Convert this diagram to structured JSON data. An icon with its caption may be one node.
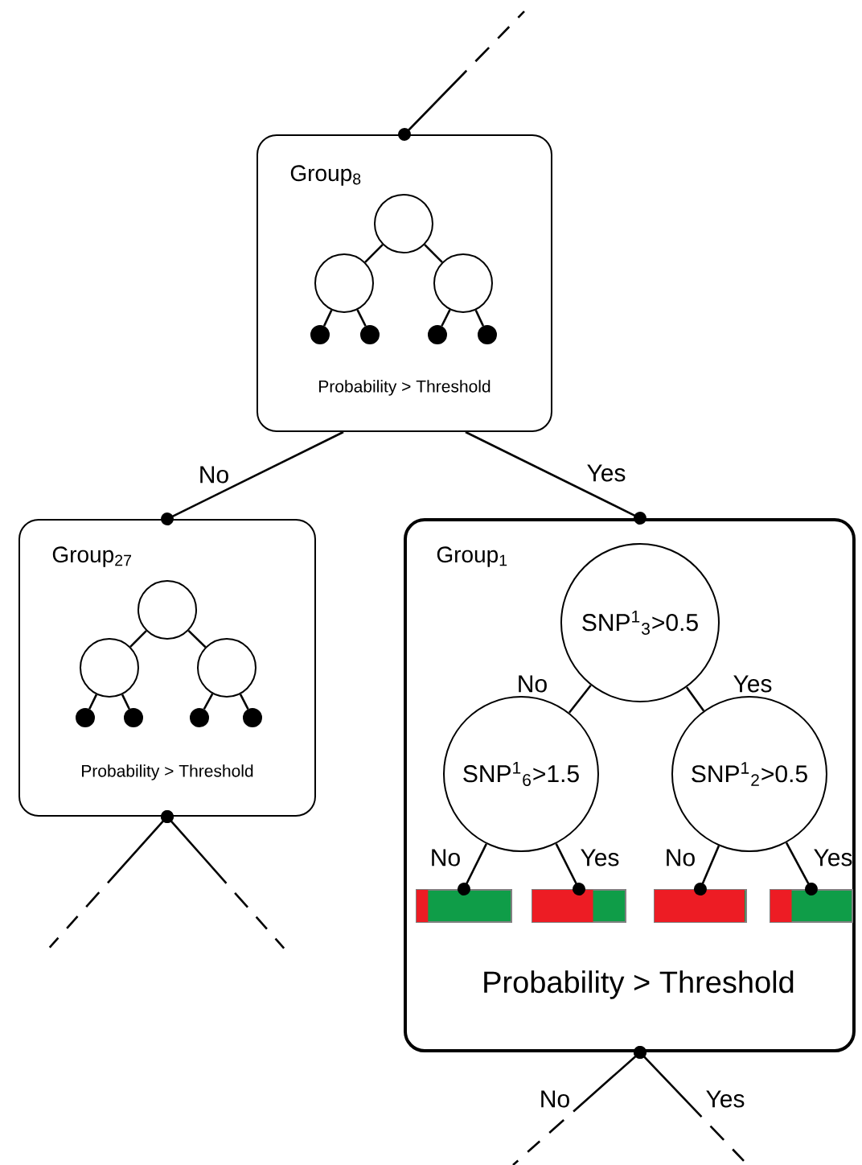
{
  "diagram": {
    "nodes": [
      {
        "text": [
          "Group$_{8}$",
          "Probability > Threshold"
        ]
      },
      {
        "text": [],
        "shape": "circle",
        "in": 0
      },
      {
        "text": [],
        "shape": "circle",
        "in": 0
      },
      {
        "text": [],
        "shape": "circle",
        "in": 0
      },
      {
        "text": [],
        "shape": "circle",
        "in": 0
      },
      {
        "text": [],
        "shape": "circle",
        "in": 0
      },
      {
        "text": [],
        "shape": "circle",
        "in": 0
      },
      {
        "text": [],
        "shape": "circle",
        "in": 0
      },
      {
        "text": [
          "Group$_{27}$",
          "Probability > Threshold"
        ]
      },
      {
        "text": [],
        "shape": "circle",
        "in": 8
      },
      {
        "text": [],
        "shape": "circle",
        "in": 8
      },
      {
        "text": [],
        "shape": "circle",
        "in": 8
      },
      {
        "text": [],
        "shape": "circle",
        "in": 8
      },
      {
        "text": [],
        "shape": "circle",
        "in": 8
      },
      {
        "text": [],
        "shape": "circle",
        "in": 8
      },
      {
        "text": [],
        "shape": "circle",
        "in": 8
      },
      {
        "text": [
          "Group$_{1}$",
          "Probability > Threshold"
        ]
      },
      {
        "text": [
          "SNP$^{1}$$_{3}$>0.5"
        ],
        "in": 16
      },
      {
        "text": [
          "SNP$^{1}$$_{6}$>1.5"
        ],
        "in": 16
      },
      {
        "text": [
          "SNP$^{1}$$_{2}$>0.5"
        ],
        "in": 16
      },
      {
        "text": [],
        "shape": "bar",
        "in": 16
      },
      {
        "text": [],
        "shape": "bar",
        "in": 16
      },
      {
        "text": [],
        "shape": "bar",
        "in": 16
      },
      {
        "text": [],
        "shape": "bar",
        "in": 16
      }
    ],
    "edges": [
      {
        "from": null,
        "to": 0,
        "arrow": "other",
        "style": "dashed"
      },
      {
        "from": 0,
        "to": 8,
        "arrow": "other",
        "label": "No"
      },
      {
        "from": 0,
        "to": 16,
        "arrow": "other",
        "label": "Yes"
      },
      {
        "from": 1,
        "to": 2,
        "arrow": "none"
      },
      {
        "from": 1,
        "to": 3,
        "arrow": "none"
      },
      {
        "from": 2,
        "to": 4,
        "arrow": "none"
      },
      {
        "from": 2,
        "to": 5,
        "arrow": "none"
      },
      {
        "from": 3,
        "to": 6,
        "arrow": "none"
      },
      {
        "from": 3,
        "to": 7,
        "arrow": "none"
      },
      {
        "from": 9,
        "to": 10,
        "arrow": "none"
      },
      {
        "from": 9,
        "to": 11,
        "arrow": "none"
      },
      {
        "from": 10,
        "to": 12,
        "arrow": "none"
      },
      {
        "from": 10,
        "to": 13,
        "arrow": "none"
      },
      {
        "from": 11,
        "to": 14,
        "arrow": "none"
      },
      {
        "from": 11,
        "to": 15,
        "arrow": "none"
      },
      {
        "from": 8,
        "to": null,
        "arrow": "other",
        "style": "dashed"
      },
      {
        "from": 8,
        "to": null,
        "arrow": "other",
        "style": "dashed"
      },
      {
        "from": 17,
        "to": 18,
        "arrow": "none",
        "label": "No"
      },
      {
        "from": 17,
        "to": 19,
        "arrow": "none",
        "label": "Yes"
      },
      {
        "from": 18,
        "to": 20,
        "arrow": "other",
        "label": "No"
      },
      {
        "from": 18,
        "to": 21,
        "arrow": "other",
        "label": "Yes"
      },
      {
        "from": 19,
        "to": 22,
        "arrow": "other",
        "label": "No"
      },
      {
        "from": 19,
        "to": 23,
        "arrow": "other",
        "label": "Yes"
      },
      {
        "from": 16,
        "to": null,
        "arrow": "other",
        "style": "dashed",
        "label": "No"
      },
      {
        "from": 16,
        "to": null,
        "arrow": "other",
        "style": "dashed",
        "label": "Yes"
      }
    ]
  }
}
